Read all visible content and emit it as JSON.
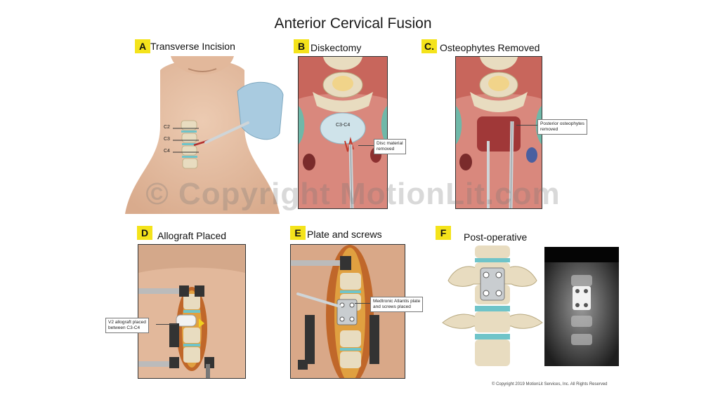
{
  "title": "Anterior Cervical Fusion",
  "panels": {
    "a": {
      "badge": "A",
      "label": "Transverse Incision",
      "levels": [
        "C2",
        "C3",
        "C4"
      ]
    },
    "b": {
      "badge": "B",
      "label": "Diskectomy",
      "disc_label": "C3-C4",
      "callout": [
        "Disc material",
        "removed"
      ]
    },
    "c": {
      "badge": "C.",
      "label": "Osteophytes Removed",
      "callout": [
        "Posterior osteophytes",
        "removed"
      ]
    },
    "d": {
      "badge": "D",
      "label": "Allograft Placed",
      "callout": [
        "V2 allograft placed",
        "between C3-C4"
      ]
    },
    "e": {
      "badge": "E",
      "label": "Plate and screws",
      "callout": [
        "Medtronic Atlantis plate",
        "and screws placed"
      ]
    },
    "f": {
      "badge": "F",
      "label": "Post-operative"
    }
  },
  "watermark": "© Copyright MotionLit.com",
  "copyright": "© Copyright 2019 MotionLit Services, Inc. All Rights Reserved",
  "colors": {
    "badge": "#f4e31b",
    "skin": "#e6c2a6",
    "bone": "#e8dcc0",
    "disc": "#6fc4c9",
    "tissue": "#d9887d",
    "glove": "#a9cbe0"
  }
}
